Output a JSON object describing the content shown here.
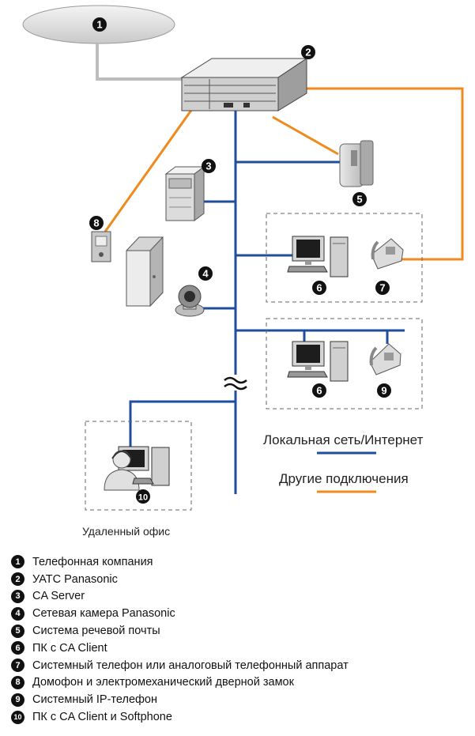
{
  "badges": [
    "1",
    "2",
    "3",
    "4",
    "5",
    "6",
    "7",
    "8",
    "9",
    "10"
  ],
  "legend": {
    "lan_label": "Локальная сеть/Интернет",
    "other_label": "Другие подключения",
    "lan_color": "#1f4e9e",
    "other_color": "#f08a1c"
  },
  "remote_office_label": "Удаленный офис",
  "items": [
    {
      "num": "1",
      "label": "Телефонная компания"
    },
    {
      "num": "2",
      "label": "УАТС Panasonic"
    },
    {
      "num": "3",
      "label": "CA Server"
    },
    {
      "num": "4",
      "label": "Сетевая камера Panasonic"
    },
    {
      "num": "5",
      "label": "Система речевой почты"
    },
    {
      "num": "6",
      "label": "ПК с CA Client"
    },
    {
      "num": "7",
      "label": "Системный телефон или аналоговый телефонный аппарат"
    },
    {
      "num": "8",
      "label": "Домофон и электромеханический дверной замок"
    },
    {
      "num": "9",
      "label": "Системный IP-телефон"
    },
    {
      "num": "10",
      "label": "ПК с CA Client и Softphone"
    }
  ]
}
